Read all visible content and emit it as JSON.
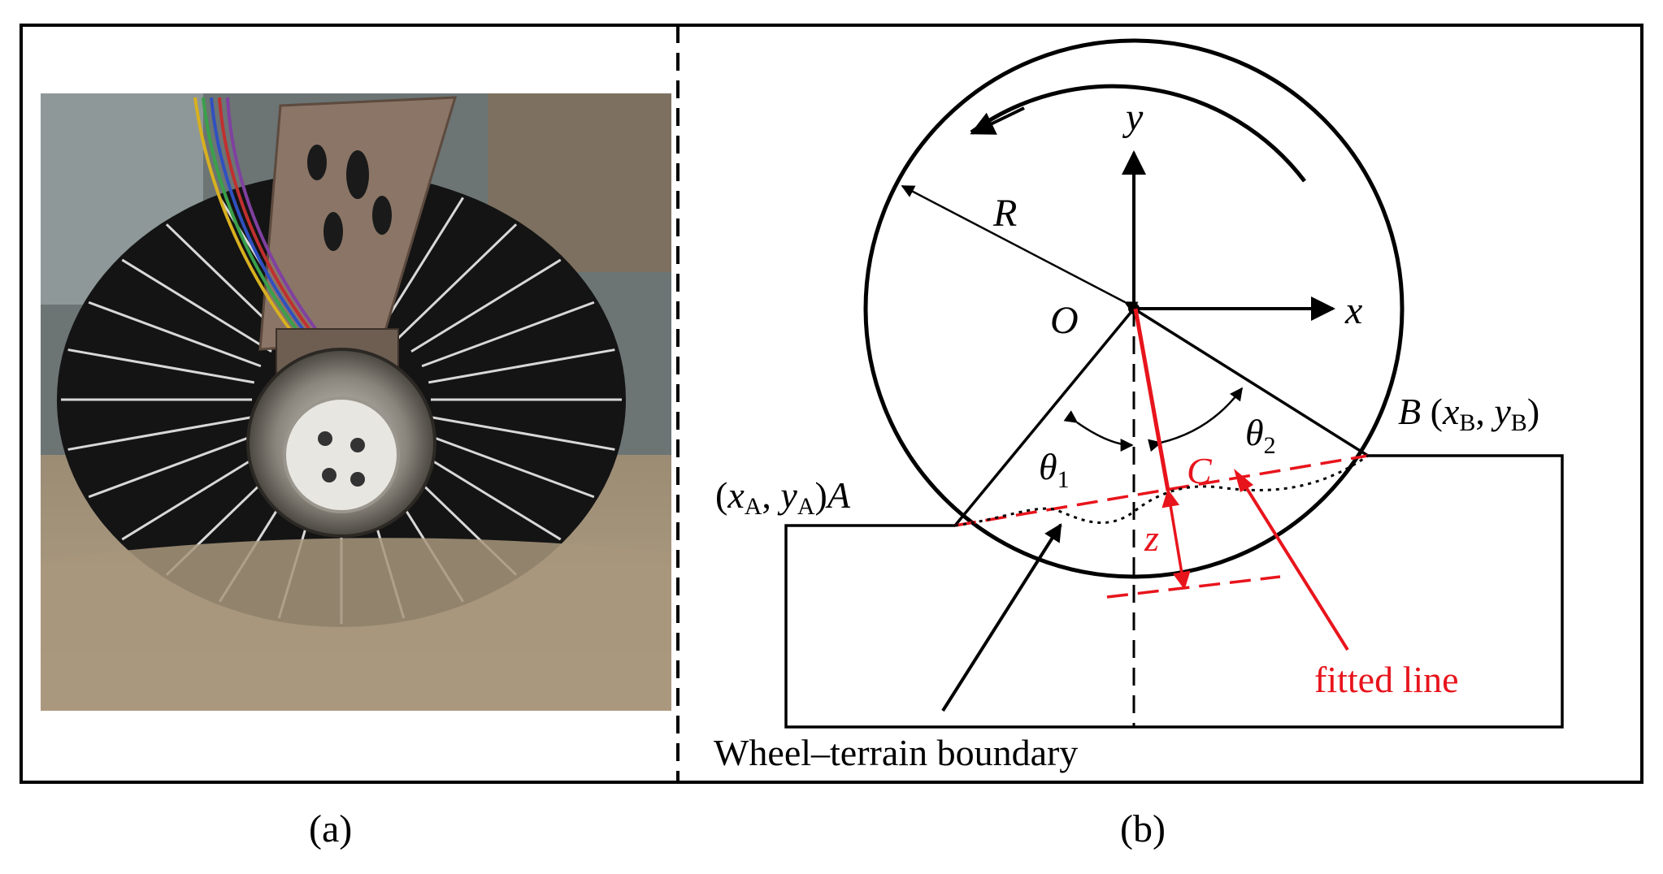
{
  "panels": {
    "a_caption": "(a)",
    "b_caption": "(b)"
  },
  "diagram": {
    "axis_y": "y",
    "axis_x": "x",
    "origin": "O",
    "radius": "R",
    "point_A_label": "A",
    "point_B_label": "B",
    "coord_A": {
      "x": "x",
      "x_sub": "A",
      "y": "y",
      "y_sub": "A"
    },
    "coord_B": {
      "x": "x",
      "x_sub": "B",
      "y": "y",
      "y_sub": "B"
    },
    "theta": "θ",
    "theta1_sub": "1",
    "theta2_sub": "2",
    "point_C": "C",
    "depth": "z",
    "fitted_line": "fitted line",
    "boundary": "Wheel–terrain boundary"
  },
  "colors": {
    "black": "#000000",
    "red": "#e8141c",
    "wheel_dark": "#141414",
    "sand": "#a8977d",
    "bracket": "#8a7566",
    "background_left": "#6c7474"
  }
}
